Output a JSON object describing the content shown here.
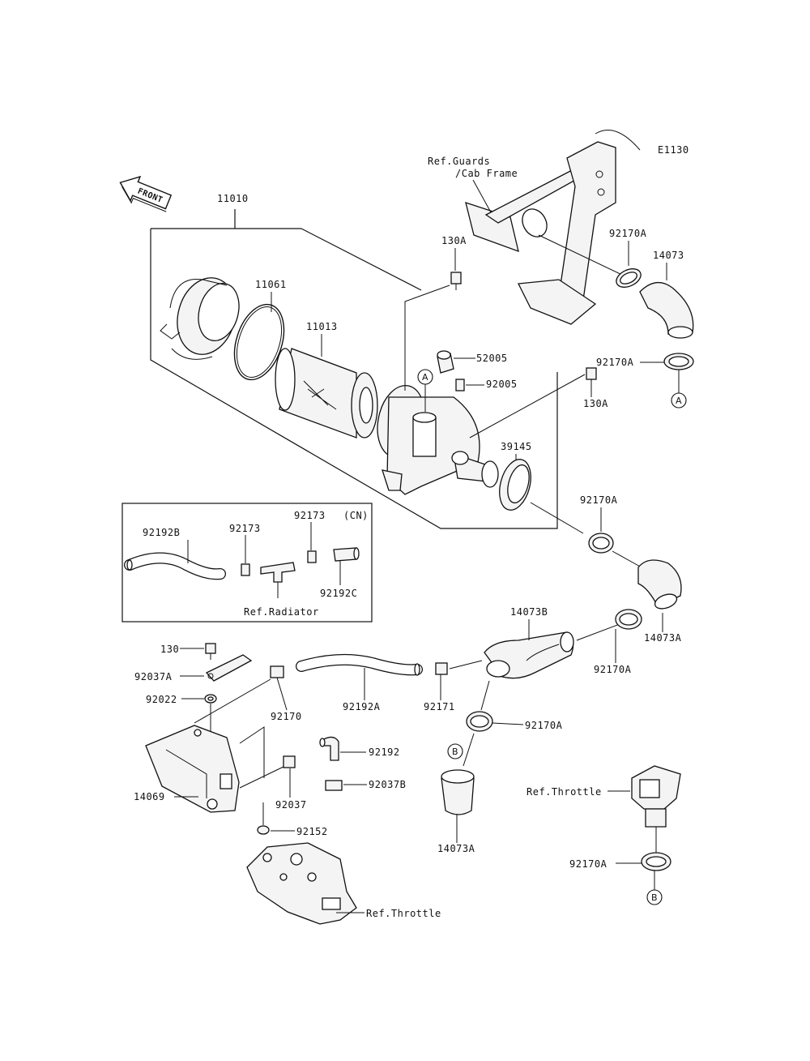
{
  "diagram_code": "E1130",
  "front_marker": "FRONT",
  "labels": {
    "p11010": "11010",
    "p11061": "11061",
    "p11013": "11013",
    "p130A_top": "130A",
    "p52005": "52005",
    "p92005": "92005",
    "p130A_right": "130A",
    "p92170A_1": "92170A",
    "p14073": "14073",
    "p92170A_2": "92170A",
    "p39145": "39145",
    "p92170A_3": "92170A",
    "p14073A_1": "14073A",
    "p14073B": "14073B",
    "p92170A_4": "92170A",
    "p92170A_5": "92170A",
    "p92192B": "92192B",
    "p92173_1": "92173",
    "p92173_2": "92173",
    "cn": "(CN)",
    "p92192C": "92192C",
    "ref_radiator": "Ref.Radiator",
    "p130": "130",
    "p92037A": "92037A",
    "p92022": "92022",
    "p92170": "92170",
    "p92192A": "92192A",
    "p92171": "92171",
    "p92192": "92192",
    "p92037B": "92037B",
    "p92037": "92037",
    "p14069": "14069",
    "p92152": "92152",
    "ref_throttle_1": "Ref.Throttle",
    "ref_throttle_2": "Ref.Throttle",
    "p14073A_2": "14073A",
    "p92170A_6": "92170A",
    "ref_guards_1": "Ref.Guards",
    "ref_guards_2": "/Cab Frame"
  },
  "callouts": {
    "a1": "A",
    "a2": "A",
    "b1": "B",
    "b2": "B"
  }
}
